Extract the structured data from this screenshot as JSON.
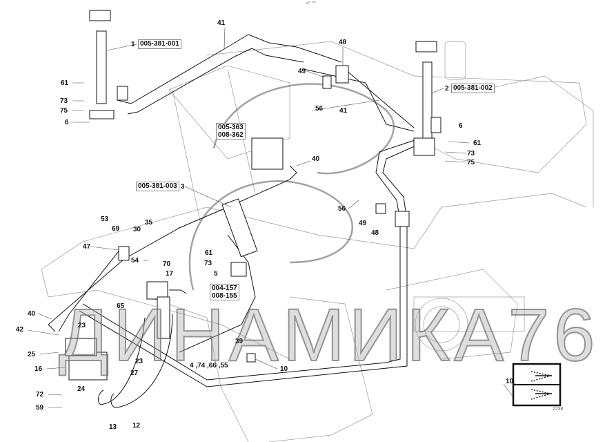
{
  "header_mark": "a** ***",
  "watermark": "ДИНАМИКА76",
  "drawing_number": "2238",
  "callouts": {
    "c41a": "41",
    "c1": "1",
    "ref1": "005-381-001",
    "c61a": "61",
    "c73a": "73",
    "c75a": "75",
    "c6a": "6",
    "c48a": "48",
    "c49a": "49",
    "c56a": "56",
    "c41b": "41",
    "c2": "2",
    "ref2": "005-381-002",
    "c6b": "6",
    "c61b": "61",
    "c73b": "73",
    "c75b": "75",
    "ref363a": "005-363",
    "ref363b": "008-362",
    "c40a": "40",
    "ref3": "005-381-003",
    "c3": "3",
    "c56b": "56",
    "c49b": "49",
    "c48b": "48",
    "c53": "53",
    "c69": "69",
    "c30": "30",
    "c35": "35",
    "c47": "47",
    "c54": "54",
    "c70": "70",
    "c17": "17",
    "c61c": "61",
    "c73c": "73",
    "c5": "5",
    "ref157a": "004-157",
    "ref157b": "008-155",
    "c65": "65",
    "c40b": "40",
    "c23a": "23",
    "c42": "42",
    "c39": "39",
    "c25": "25",
    "c16": "16",
    "c23b": "23",
    "c27": "27",
    "c4": "4 ,74 ,66 ,55",
    "c10a": "10",
    "c24": "24",
    "c72": "72",
    "c59": "59",
    "c13": "13",
    "c12": "12",
    "c10b": "10"
  }
}
